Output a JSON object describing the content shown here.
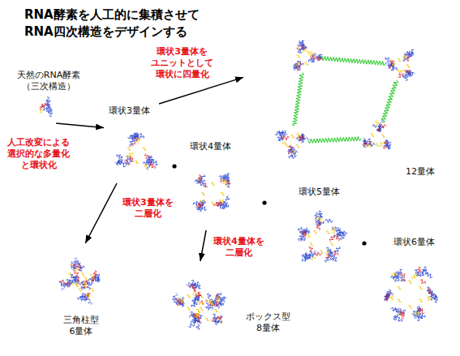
{
  "diagram": {
    "title": "RNA酵素を人工的に集積させて RNA四次構造をデザインする",
    "nodes": [
      {
        "text": [
          "天然のRNA酵素 （三次構造）"
        ]
      },
      {
        "text": [
          "環状3量体"
        ]
      },
      {
        "text": [
          "12量体"
        ]
      },
      {
        "text": [
          "環状4量体"
        ]
      },
      {
        "text": [
          "環状5量体"
        ]
      },
      {
        "text": [
          "環状6量体"
        ]
      },
      {
        "text": [
          "三角柱型 6量体"
        ]
      },
      {
        "text": [
          "ボックス型 8量体"
        ]
      }
    ],
    "edges": [
      {
        "from": 0,
        "to": 1,
        "arrow": "to",
        "label": "人工改変による 選択的な多量化 と環状化"
      },
      {
        "from": 1,
        "to": 2,
        "arrow": "to",
        "label": "環状3量体を ユニットとして 環状に四量化"
      },
      {
        "from": 1,
        "to": 6,
        "arrow": "to",
        "label": "環状3量体を 二層化"
      },
      {
        "from": 3,
        "to": 7,
        "arrow": "to",
        "label": "環状4量体を 二層化"
      }
    ]
  }
}
